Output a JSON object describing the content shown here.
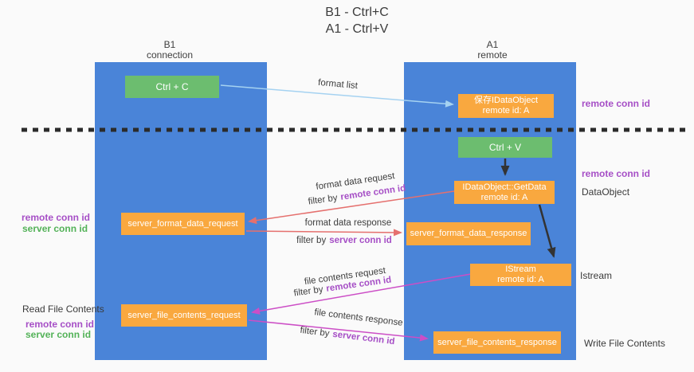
{
  "title": {
    "line1": "B1 - Ctrl+C",
    "line2": "A1 - Ctrl+V"
  },
  "lanes": {
    "left": {
      "name": "B1",
      "subtitle": "connection"
    },
    "right": {
      "name": "A1",
      "subtitle": "remote"
    }
  },
  "nodes": {
    "ctrl_c": {
      "label": "Ctrl + C"
    },
    "ctrl_v": {
      "label": "Ctrl + V"
    },
    "save_dataobject": {
      "line1": "保存IDataObject",
      "line2": "remote id: A"
    },
    "getdata": {
      "line1": "IDataObject::GetData",
      "line2": "remote id: A"
    },
    "istream": {
      "line1": "IStream",
      "line2": "remote id: A"
    },
    "format_request": {
      "label": "server_format_data_request"
    },
    "format_response": {
      "label": "server_format_data_response"
    },
    "file_request": {
      "label": "server_file_contents_request"
    },
    "file_response": {
      "label": "server_file_contents_response"
    }
  },
  "edges": {
    "format_list": {
      "label": "format list"
    },
    "format_data_request": {
      "label": "format data request",
      "filter_prefix": "filter by",
      "filter_value": "remote conn id"
    },
    "format_data_response": {
      "label": "format data response",
      "filter_prefix": "filter by",
      "filter_value": "server conn id"
    },
    "file_contents_request": {
      "label": "file contents request",
      "filter_prefix": "filter by",
      "filter_value": "remote conn id"
    },
    "file_contents_response": {
      "label": "file contents response",
      "filter_prefix": "filter by",
      "filter_value": "server conn id"
    }
  },
  "annotations": {
    "right_top_remote_conn": "remote conn id",
    "right_mid_remote_conn": "remote conn id",
    "dataobject": "DataObject",
    "istream": "Istream",
    "write_file_contents": "Write File Contents",
    "left_mid_remote_conn": "remote conn id",
    "left_mid_server_conn": "server conn id",
    "read_file_contents": "Read File Contents",
    "left_bottom_remote_conn": "remote conn id",
    "left_bottom_server_conn": "server conn id"
  },
  "colors": {
    "lane_blue": "#4a84d8",
    "box_green": "#6cbd6f",
    "box_orange": "#f9a83f",
    "arrow_red": "#e5706e",
    "arrow_magenta": "#cc4ec6",
    "arrow_light_blue": "#a5d2f1",
    "text_purple": "#a64fc6",
    "text_green": "#53b258"
  }
}
